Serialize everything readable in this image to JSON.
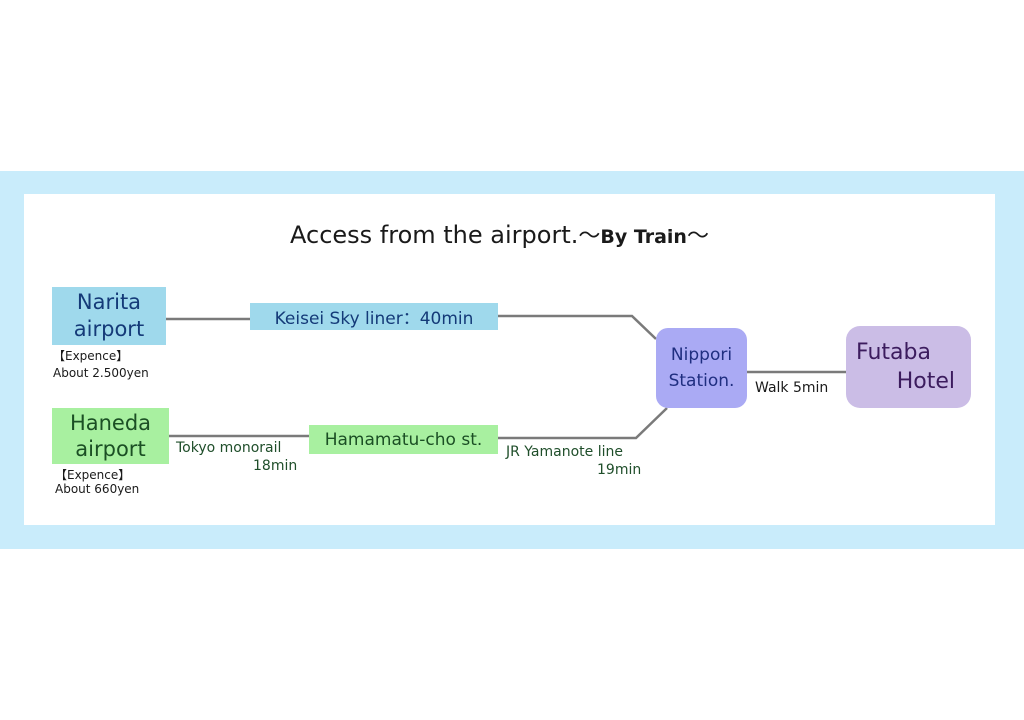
{
  "title": {
    "main": "Access from the airport.",
    "tilde_open": "～",
    "sub": "By Train",
    "tilde_close": "～"
  },
  "nodes": {
    "narita": {
      "line1": "Narita",
      "line2": "airport"
    },
    "haneda": {
      "line1": "Haneda",
      "line2": "airport"
    },
    "keisei": "Keisei Sky liner：40min",
    "hamamatu": "Hamamatu-cho st.",
    "nippori": {
      "line1": "Nippori",
      "line2": "Station."
    },
    "futaba": {
      "line1": "Futaba",
      "line2": "Hotel"
    }
  },
  "labels": {
    "monorail_line1": "Tokyo monorail",
    "monorail_line2": "18min",
    "yamanote_line1": "JR Yamanote line",
    "yamanote_line2": "19min",
    "walk": "Walk 5min"
  },
  "costs": {
    "narita_line1": "【Expence】",
    "narita_line2": "About 2.500yen",
    "haneda_line1": "【Expence】",
    "haneda_line2": "About 660yen"
  },
  "colors": {
    "frame": "#c9ecfb",
    "narita": "#9fd9ec",
    "haneda": "#a8f0a0",
    "nippori": "#aaaaf4",
    "futaba": "#cbbde6",
    "connector": "#7a7a7a"
  }
}
